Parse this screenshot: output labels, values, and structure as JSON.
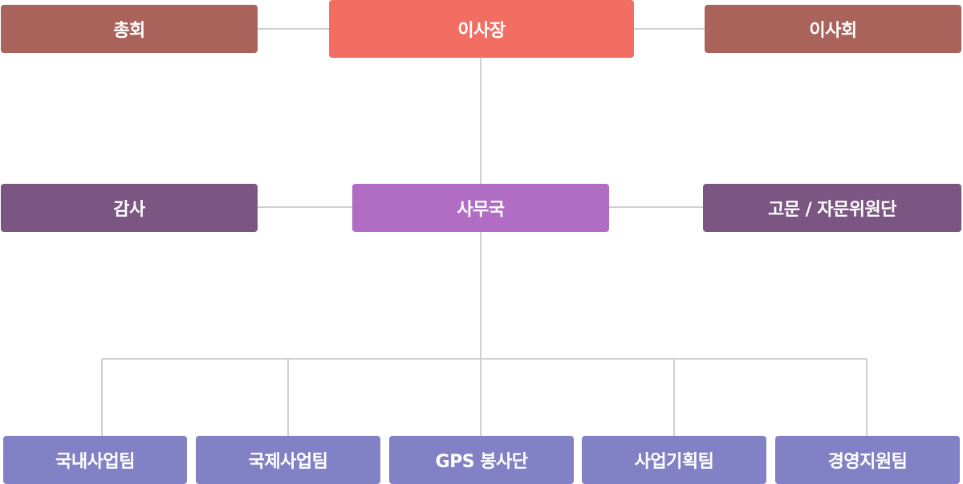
{
  "colors": {
    "line": "#d0d0d0",
    "top_side": "#a9635b",
    "top_main": "#f26e62",
    "mid_side": "#7c5683",
    "mid_main": "#b06dc3",
    "team": "#8381c6"
  },
  "top": {
    "left": "총회",
    "center": "이사장",
    "right": "이사회"
  },
  "middle": {
    "left": "감사",
    "center": "사무국",
    "right": "고문 / 자문위원단"
  },
  "teams": [
    "국내사업팀",
    "국제사업팀",
    "GPS 봉사단",
    "사업기획팀",
    "경영지원팀"
  ]
}
